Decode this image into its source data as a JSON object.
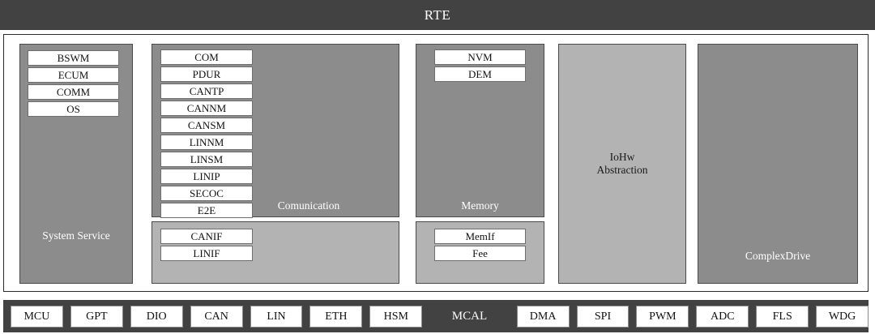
{
  "rte": {
    "title": "RTE"
  },
  "bsw": {
    "columns": [
      {
        "key": "system-service",
        "label": "System Service",
        "modules": [
          "BSWM",
          "ECUM",
          "COMM",
          "OS"
        ]
      },
      {
        "key": "communication",
        "label": "Comunication",
        "modules": [
          "COM",
          "PDUR",
          "CANTP",
          "CANNM",
          "CANSM",
          "LINNM",
          "LINSM",
          "LINIP",
          "SECOC",
          "E2E"
        ],
        "sub_label": "",
        "sub_modules": [
          "CANIF",
          "LINIF"
        ]
      },
      {
        "key": "memory",
        "label": "Memory",
        "modules": [
          "NVM",
          "DEM"
        ],
        "sub_label": "",
        "sub_modules": [
          "MemIf",
          "Fee"
        ]
      },
      {
        "key": "iohw-abstraction",
        "label": "IoHw\nAbstraction",
        "label_line1": "IoHw",
        "label_line2": "Abstraction",
        "modules": []
      },
      {
        "key": "complex-drive",
        "label": "ComplexDrive",
        "modules": []
      }
    ]
  },
  "mcal": {
    "title": "MCAL",
    "left_modules": [
      "MCU",
      "GPT",
      "DIO",
      "CAN",
      "LIN",
      "ETH",
      "HSM"
    ],
    "right_modules": [
      "DMA",
      "SPI",
      "PWM",
      "ADC",
      "FLS",
      "WDG"
    ]
  },
  "colors": {
    "bar_dark": "#424242",
    "column_gray": "#8c8c8c",
    "column_light_gray": "#b3b3b3",
    "chip_white": "#ffffff",
    "text_light": "#ffffff",
    "text_dark": "#111111"
  }
}
